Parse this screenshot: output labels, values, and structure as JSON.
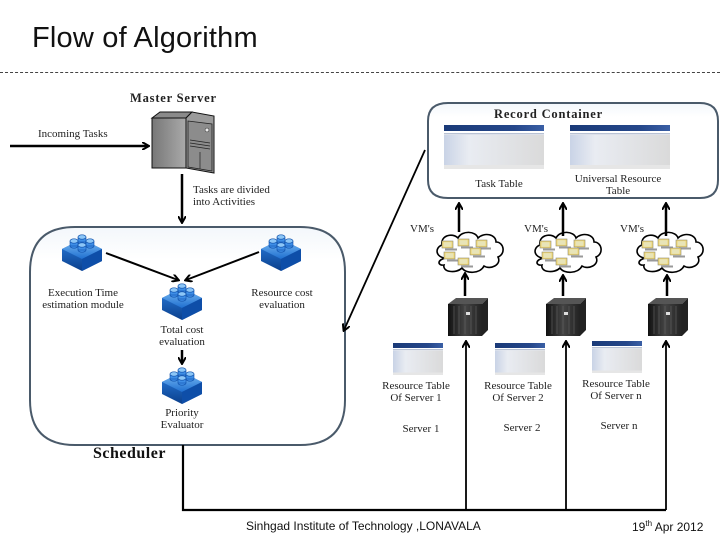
{
  "slide": {
    "title": "Flow of Algorithm"
  },
  "diagram": {
    "master_server": {
      "label": "Master Server",
      "incoming_label": "Incoming Tasks",
      "divided_label_line1": "Tasks are divided",
      "divided_label_line2": "into Activities"
    },
    "scheduler": {
      "label": "Scheduler",
      "modules": [
        {
          "line1": "Execution Time",
          "line2": "estimation module"
        },
        {
          "line1": "Resource cost",
          "line2": "evaluation"
        },
        {
          "line1": "Total cost",
          "line2": "evaluation"
        },
        {
          "line1": "Priority",
          "line2": "Evaluator"
        }
      ]
    },
    "record_container": {
      "label": "Record Container",
      "tables": [
        {
          "line1": "Task Table",
          "line2": ""
        },
        {
          "line1": "Universal Resource",
          "line2": "Table"
        }
      ]
    },
    "vm_label": "VM's",
    "servers": [
      {
        "name": "Server 1",
        "table_line1": "Resource Table",
        "table_line2": "Of Server 1"
      },
      {
        "name": "Server 2",
        "table_line1": "Resource Table",
        "table_line2": "Of Server 2"
      },
      {
        "name": "Server n",
        "table_line1": "Resource Table",
        "table_line2": "Of Server n"
      }
    ],
    "colors": {
      "box_border": "#4a5a6a",
      "table_header": "#1f3f7a",
      "lego_blue": "#1f6fd0"
    }
  },
  "footer": {
    "institute": "Sinhgad Institute of Technology ,LONAVALA",
    "date_day": "19",
    "date_suffix": "th",
    "date_rest": " Apr 2012"
  }
}
